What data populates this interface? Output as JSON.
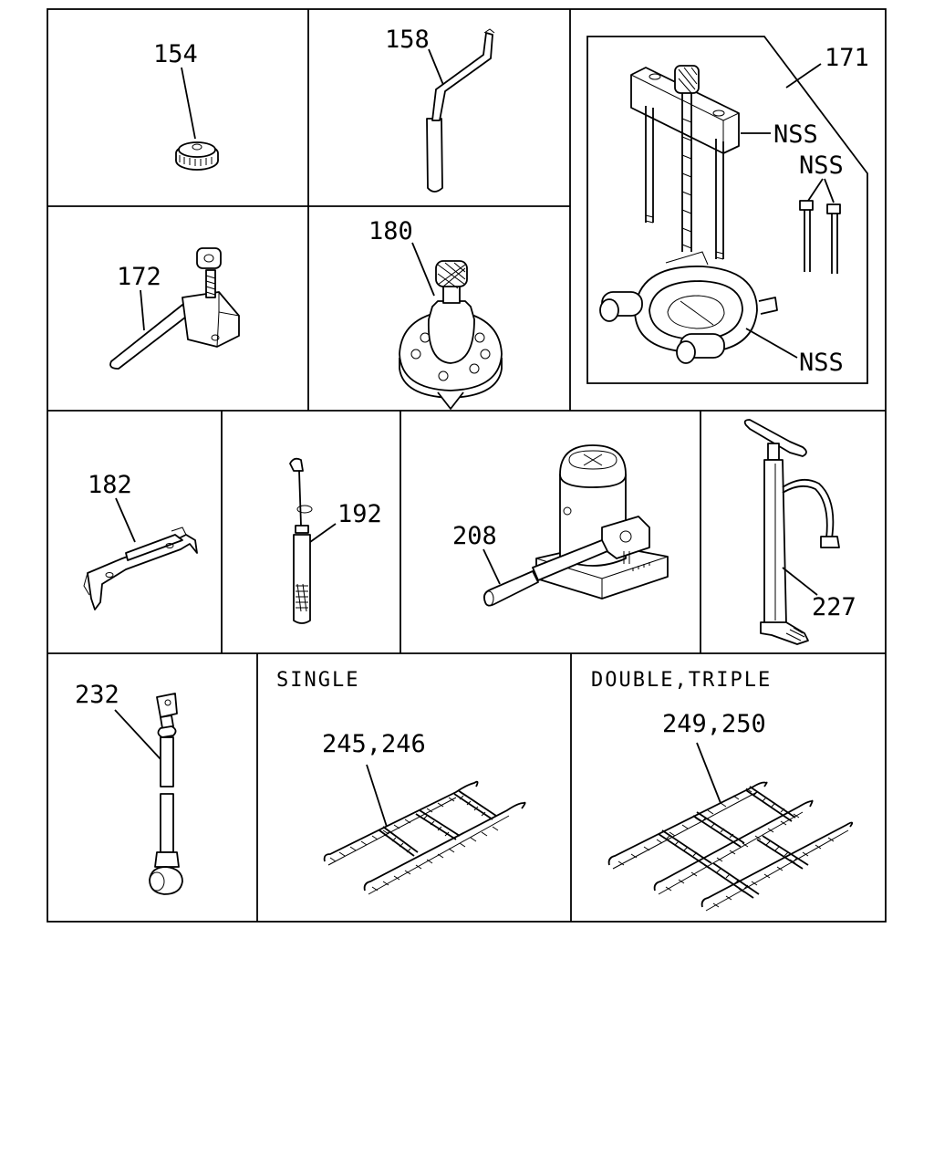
{
  "callouts": {
    "c154": "154",
    "c158": "158",
    "c171": "171",
    "c172": "172",
    "c180": "180",
    "c182": "182",
    "c192": "192",
    "c208": "208",
    "c227": "227",
    "c232": "232",
    "c245": "245,246",
    "c249": "249,250",
    "nss_top": "NSS",
    "nss_bolts": "NSS",
    "nss_bottom": "NSS"
  },
  "headings": {
    "single": "SINGLE",
    "double_triple": "DOUBLE,TRIPLE"
  }
}
